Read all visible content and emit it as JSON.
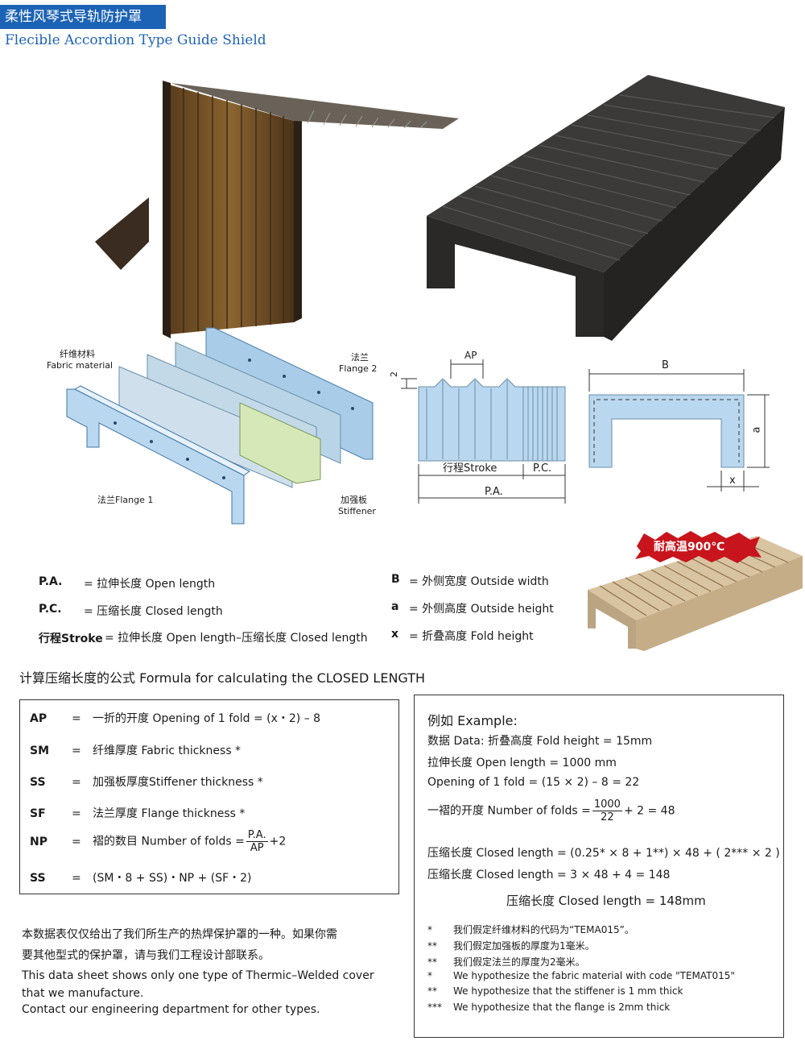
{
  "header": {
    "title_cn": "柔性风琴式导轨防护罩",
    "title_en": "Flecible Accordion Type Guide Shield"
  },
  "diagram_labels": {
    "fabric_cn": "纤维材料",
    "fabric_en": "Fabric material",
    "flange2_cn": "法兰",
    "flange2_en": "Flange 2",
    "flange1": "法兰Flange 1",
    "stiffener_cn": "加强板",
    "stiffener_en": "Stiffener",
    "ap": "AP",
    "two": "2",
    "stroke": "行程Stroke",
    "pc": "P.C.",
    "pa": "P.A.",
    "b": "B",
    "a": "a",
    "x": "x",
    "badge": "耐高温900℃"
  },
  "definitions": {
    "pa_key": "P.A.",
    "pa_text": "= 拉伸长度 Open length",
    "pc_key": "P.C.",
    "pc_text": "= 压缩长度 Closed length",
    "stroke_key": "行程Stroke",
    "stroke_text": "= 拉伸长度 Open length–压缩长度 Closed length",
    "b_key": "B",
    "b_text": "= 外侧宽度 Outside width",
    "a_key": "a",
    "a_text": "= 外侧高度 Outside height",
    "x_key": "x",
    "x_text": "= 折叠高度 Fold height"
  },
  "formula": {
    "title": "计算压缩长度的公式 Formula for calculating the CLOSED LENGTH",
    "rows": [
      {
        "key": "AP",
        "eq": "=",
        "text": "一折的开度 Opening of 1 fold = (x・2) – 8"
      },
      {
        "key": "SM",
        "eq": "=",
        "text": "纤维厚度 Fabric thickness *"
      },
      {
        "key": "SS",
        "eq": "=",
        "text": "加强板厚度Stiffener thickness *"
      },
      {
        "key": "SF",
        "eq": "=",
        "text": "法兰厚度 Flange thickness *"
      },
      {
        "key": "NP",
        "eq": "=",
        "text": "褶的数目 Number of folds =",
        "num": "P.A.",
        "den": "AP",
        "tail": "+2"
      },
      {
        "key": "SS",
        "eq": "=",
        "text": "(SM・8 + SS)・NP + (SF・2)"
      }
    ]
  },
  "example": {
    "title": "例如 Example:",
    "line1": "数据 Data: 折叠高度 Fold height = 15mm",
    "line2": "拉伸长度 Open length = 1000 mm",
    "line3": "Opening of 1 fold = (15 × 2) – 8 = 22",
    "line4_pre": "一褶的开度 Number of folds =",
    "line4_num": "1000",
    "line4_den": "22",
    "line4_tail": "+ 2 = 48",
    "line5": "压缩长度 Closed length = (0.25* × 8 + 1**) × 48 + ( 2*** × 2 )",
    "line6": "压缩长度 Closed length = 3 × 48 + 4 = 148",
    "result": "压缩长度 Closed length = 148mm",
    "notes": [
      {
        "mark": "*",
        "text": "我们假定纤维材料的代码为“TEMA015”。"
      },
      {
        "mark": "**",
        "text": "我们假定加强板的厚度为1毫米。"
      },
      {
        "mark": "**",
        "text": "我们假定法兰的厚度为2毫米。"
      },
      {
        "mark": "*",
        "text": "We hypothesize the fabric material with code \"TEMAT015\""
      },
      {
        "mark": "**",
        "text": "We hypothesize that the stiffener is 1 mm thick"
      },
      {
        "mark": "***",
        "text": "We hypothesize that the flange is 2mm thick"
      }
    ]
  },
  "footer": {
    "cn1": "本数据表仅仅给出了我们所生产的热焊保护罩的一种。如果你需",
    "cn2": "要其他型式的保护罩，请与我们工程设计部联系。",
    "en1": "This data sheet shows only one type of Thermic–Welded cover",
    "en2": "that we manufacture.",
    "en3": "Contact our engineering department for other types."
  },
  "colors": {
    "brand_blue": "#1c63b5",
    "diagram_blue": "#b9d7ef",
    "badge_red": "#c8141c"
  }
}
